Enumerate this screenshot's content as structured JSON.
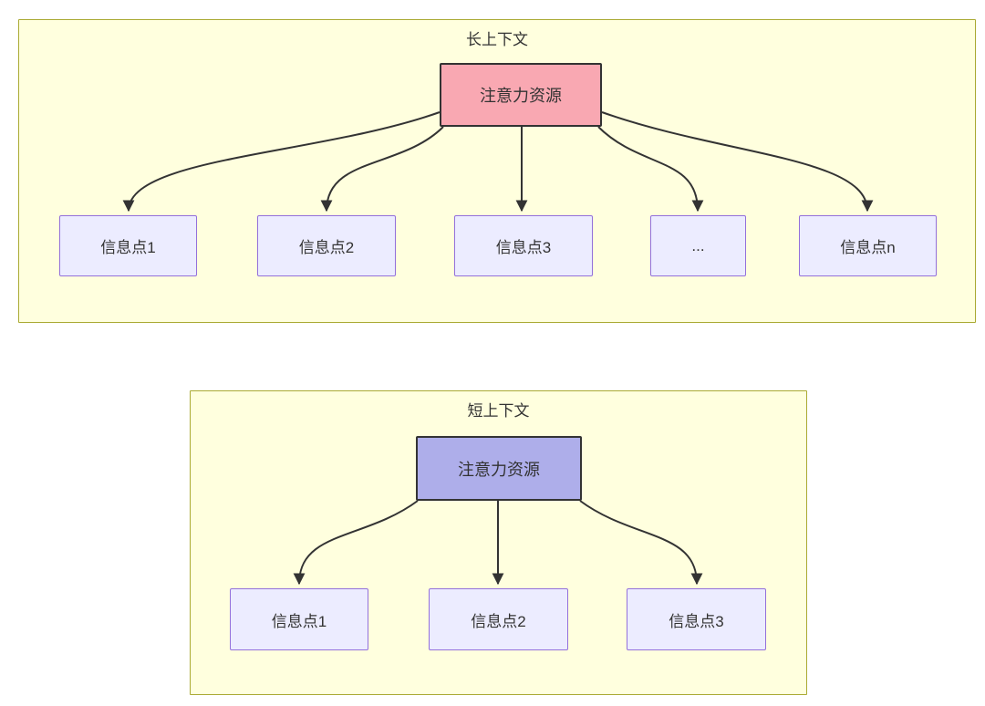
{
  "diagram": {
    "long_context": {
      "title": "长上下文",
      "root_label": "注意力资源",
      "nodes": [
        "信息点1",
        "信息点2",
        "信息点3",
        "...",
        "信息点n"
      ]
    },
    "short_context": {
      "title": "短上下文",
      "root_label": "注意力资源",
      "nodes": [
        "信息点1",
        "信息点2",
        "信息点3"
      ]
    },
    "colors": {
      "cluster_fill": "#ffffde",
      "cluster_border": "#aaaa33",
      "node_fill": "#ececff",
      "node_border": "#9370db",
      "long_root_fill": "#f9a8b2",
      "short_root_fill": "#aeaeea",
      "root_border": "#333333",
      "edge": "#333333",
      "text": "#333333"
    }
  }
}
